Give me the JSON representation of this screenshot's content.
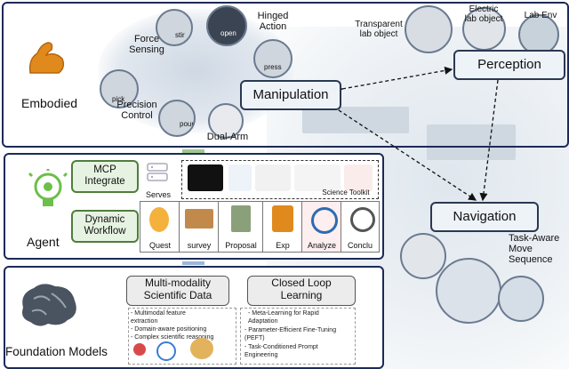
{
  "embodied": {
    "title": "Embodied",
    "skills": {
      "force_sensing": "Force\nSensing",
      "hinged_action": "Hinged\nAction",
      "precision_control": "Precision\nControl",
      "dual_arm": "Dual-Arm"
    },
    "actions": [
      "stir",
      "open",
      "press",
      "pick",
      "pour"
    ]
  },
  "nodes": {
    "manipulation": "Manipulation",
    "perception": "Perception",
    "navigation": "Navigation"
  },
  "perception_objects": {
    "transparent": "Transparent\nlab object",
    "electric": "Electric\nlab object",
    "lab_env": "Lab Env"
  },
  "navigation_detail": "Task-Aware\nMove\nSequence",
  "agent": {
    "title": "Agent",
    "mcp": "MCP\nIntegrate",
    "dynamic": "Dynamic\nWorkflow",
    "serves": "Serves",
    "toolkit": "Science Toolkit",
    "steps": [
      "Quest",
      "survey",
      "Proposal",
      "Exp",
      "Analyze",
      "Conclu"
    ]
  },
  "foundation": {
    "title": "Foundation Models",
    "multimodal": {
      "title": "Multi-modality\nScientific Data",
      "items": [
        "- Multimodal feature\nextraction",
        "- Domain-aware positioning",
        "- Complex scientific reasoning"
      ]
    },
    "closed_loop": {
      "title": "Closed Loop\nLearning",
      "items": [
        "- Meta-Learning for Rapid\nAdaptation",
        "- Parameter-Efficient Fine-Tuning\n(PEFT)",
        "- Task-Conditioned Prompt\nEngineering"
      ]
    }
  },
  "colors": {
    "frame": "#1d2a57",
    "green": "#4f7d3c",
    "node_fill": "#eef3f8",
    "accent_orange": "#e08a1e"
  }
}
